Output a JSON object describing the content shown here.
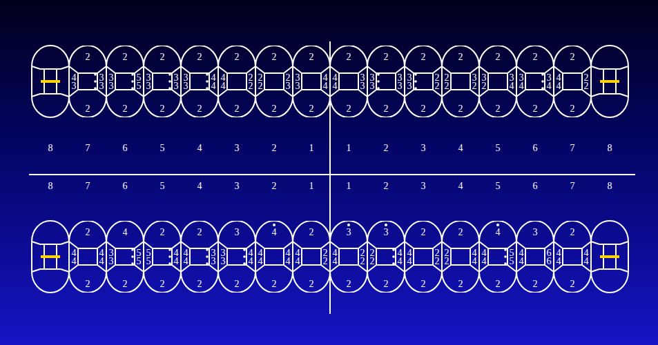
{
  "diagram": {
    "nodes": [
      {
        "text": [
          "2",
          "4",
          "3",
          "3",
          "3",
          "2"
        ]
      },
      {
        "text": [
          "2",
          "3",
          "3",
          "5",
          "5",
          "2"
        ]
      },
      {
        "text": [
          "2",
          "3",
          "3",
          "3",
          "3",
          "2"
        ]
      },
      {
        "text": [
          "2",
          "3",
          "3",
          "4",
          "4",
          "2"
        ]
      },
      {
        "text": [
          "2",
          "4",
          "4",
          "2",
          "2",
          "2"
        ]
      },
      {
        "text": [
          "2",
          "2",
          "2",
          "2",
          "3",
          "2"
        ]
      },
      {
        "text": [
          "2",
          "3",
          "3",
          "4",
          "4",
          "2"
        ]
      },
      {
        "text": [
          "2",
          "4",
          "4",
          "3",
          "3",
          "2"
        ]
      },
      {
        "text": [
          "2",
          "3",
          "3",
          "3",
          "3",
          "2"
        ]
      },
      {
        "text": [
          "2",
          "3",
          "3",
          "2",
          "2",
          "2"
        ]
      },
      {
        "text": [
          "2",
          "2",
          "2",
          "3",
          "2",
          "2"
        ]
      },
      {
        "text": [
          "2",
          "3",
          "2",
          "3",
          "4",
          "2"
        ]
      },
      {
        "text": [
          "2",
          "3",
          "4",
          "3",
          "4",
          "2"
        ]
      },
      {
        "text": [
          "2",
          "4",
          "4",
          "2",
          "2",
          "2"
        ]
      },
      {
        "text": [
          "2",
          "4",
          "4",
          "4",
          "4",
          "2"
        ]
      },
      {
        "text": [
          "4",
          "3",
          "3",
          "5",
          "5",
          "2"
        ]
      },
      {
        "text": [
          "2",
          "5",
          "5",
          "4",
          "4",
          "2"
        ]
      },
      {
        "text": [
          "2",
          "4",
          "4",
          "3",
          "3",
          "2"
        ]
      },
      {
        "text": [
          "3",
          "3",
          "3",
          "4",
          "4",
          "2"
        ]
      },
      {
        "text": [
          "4",
          "4",
          "4",
          "4",
          "4",
          "2"
        ]
      },
      {
        "text": [
          "2",
          "4",
          "4",
          "2",
          "2",
          "2"
        ]
      },
      {
        "text": [
          "3",
          "4",
          "4",
          "2",
          "2",
          "2"
        ]
      },
      {
        "text": [
          "3",
          "2",
          "2",
          "4",
          "4",
          "2"
        ]
      },
      {
        "text": [
          "2",
          "4",
          "4",
          "2",
          "2",
          "2"
        ]
      },
      {
        "text": [
          "2",
          "2",
          "2",
          "4",
          "4",
          "2"
        ]
      },
      {
        "text": [
          "4",
          "4",
          "4",
          "5",
          "5",
          "2"
        ]
      },
      {
        "text": [
          "3",
          "4",
          "4",
          "6",
          "6",
          "2"
        ]
      },
      {
        "text": [
          "2",
          "4",
          "4",
          "4",
          "4",
          "2"
        ]
      }
    ],
    "labels": [
      "8",
      "7",
      "6",
      "5",
      "4",
      "3",
      "2",
      "1",
      "1",
      "2",
      "3",
      "4",
      "5",
      "6",
      "7",
      "8",
      "8",
      "7",
      "6",
      "5",
      "4",
      "3",
      "2",
      "1",
      "1",
      "2",
      "3",
      "4",
      "5",
      "6",
      "7",
      "8"
    ]
  }
}
